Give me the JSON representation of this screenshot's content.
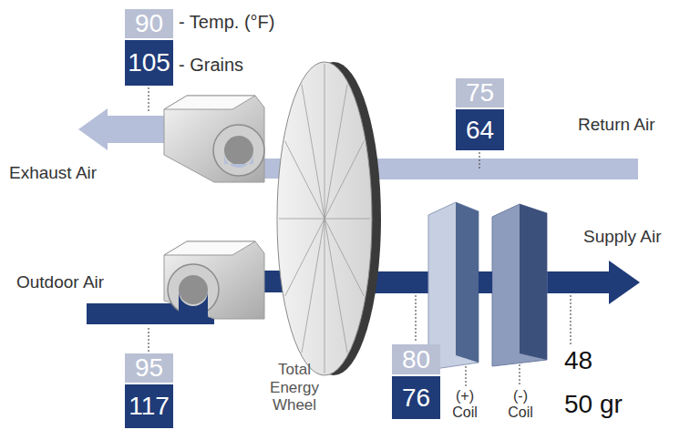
{
  "diagram": {
    "nodes": [
      {
        "text": [
          "90"
        ]
      },
      {
        "text": [
          "105"
        ]
      },
      {
        "text": [
          "75"
        ]
      },
      {
        "text": [
          "64"
        ]
      },
      {
        "text": [
          "95"
        ]
      },
      {
        "text": [
          "117"
        ]
      },
      {
        "text": [
          "80"
        ]
      },
      {
        "text": [
          "76"
        ]
      }
    ],
    "labels": [
      "- Temp. (°F)",
      "- Grains",
      "Return Air",
      "Exhaust Air",
      "Outdoor Air",
      "Supply Air",
      "Total Energy Wheel",
      "(+) Coil",
      "(-) Coil",
      "48",
      "50 gr"
    ]
  }
}
